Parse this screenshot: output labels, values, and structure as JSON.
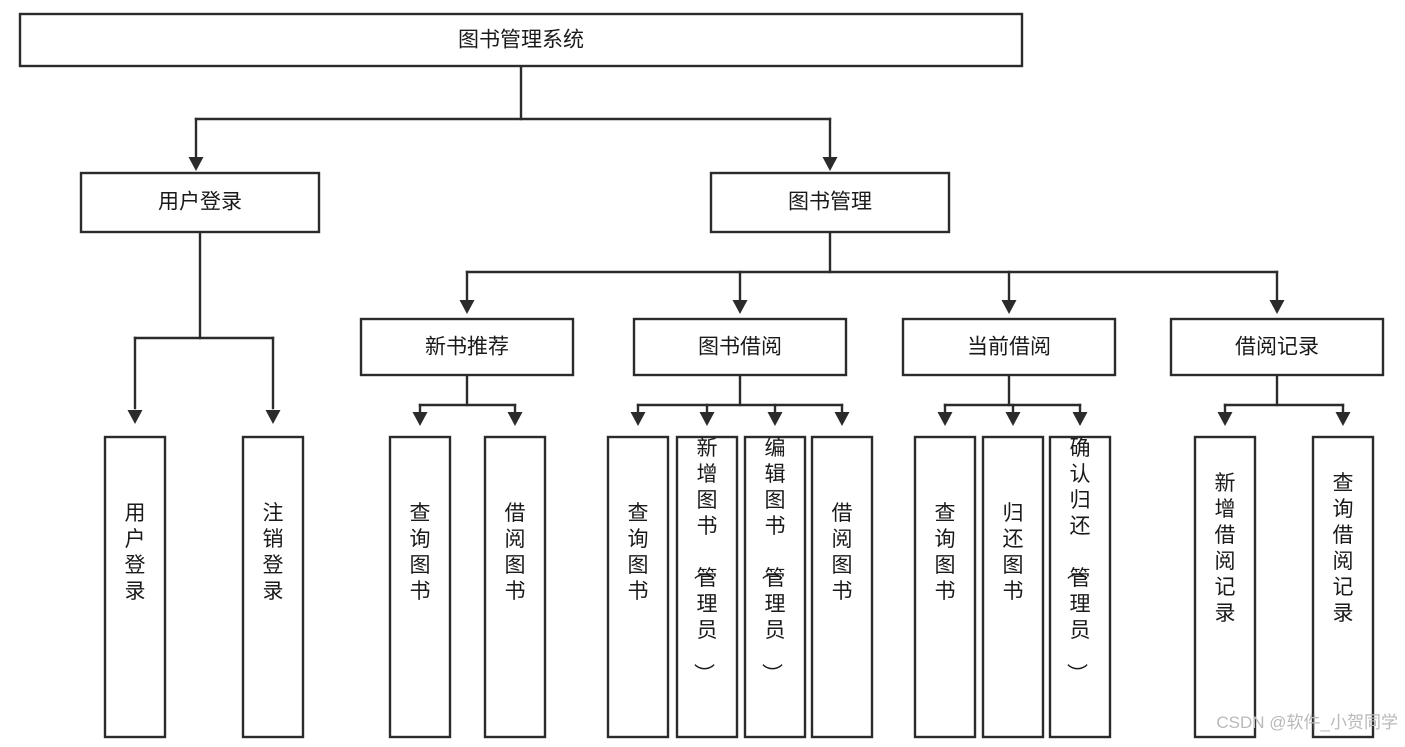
{
  "diagram": {
    "type": "tree-hierarchy",
    "orientation": "top-down",
    "title": "图书管理系统",
    "root": {
      "id": "root",
      "label": "图书管理系统",
      "text_orientation": "horizontal"
    },
    "level1": [
      {
        "id": "user-login",
        "label": "用户登录",
        "text_orientation": "horizontal"
      },
      {
        "id": "book-manage",
        "label": "图书管理",
        "text_orientation": "horizontal"
      }
    ],
    "level2": [
      {
        "id": "new-book-rec",
        "label": "新书推荐",
        "parent": "book-manage",
        "text_orientation": "horizontal"
      },
      {
        "id": "book-borrow",
        "label": "图书借阅",
        "parent": "book-manage",
        "text_orientation": "horizontal"
      },
      {
        "id": "current-borrow",
        "label": "当前借阅",
        "parent": "book-manage",
        "text_orientation": "horizontal"
      },
      {
        "id": "borrow-record",
        "label": "借阅记录",
        "parent": "book-manage",
        "text_orientation": "horizontal"
      }
    ],
    "leaves": [
      {
        "id": "leaf-user-login",
        "label": "用户登录",
        "parent": "user-login",
        "text_orientation": "vertical"
      },
      {
        "id": "leaf-user-logout",
        "label": "注销登录",
        "parent": "user-login",
        "text_orientation": "vertical"
      },
      {
        "id": "leaf-query-book-1",
        "label": "查询图书",
        "parent": "new-book-rec",
        "text_orientation": "vertical"
      },
      {
        "id": "leaf-borrow-book-1",
        "label": "借阅图书",
        "parent": "new-book-rec",
        "text_orientation": "vertical"
      },
      {
        "id": "leaf-query-book-2",
        "label": "查询图书",
        "parent": "book-borrow",
        "text_orientation": "vertical"
      },
      {
        "id": "leaf-add-book",
        "label": "新增图书（管理员）",
        "parent": "book-borrow",
        "text_orientation": "vertical"
      },
      {
        "id": "leaf-edit-book",
        "label": "编辑图书（管理员）",
        "parent": "book-borrow",
        "text_orientation": "vertical"
      },
      {
        "id": "leaf-borrow-book-2",
        "label": "借阅图书",
        "parent": "book-borrow",
        "text_orientation": "vertical"
      },
      {
        "id": "leaf-query-book-3",
        "label": "查询图书",
        "parent": "current-borrow",
        "text_orientation": "vertical"
      },
      {
        "id": "leaf-return-book",
        "label": "归还图书",
        "parent": "current-borrow",
        "text_orientation": "vertical"
      },
      {
        "id": "leaf-confirm-return",
        "label": "确认归还（管理员）",
        "parent": "current-borrow",
        "text_orientation": "vertical"
      },
      {
        "id": "leaf-add-record",
        "label": "新增借阅记录",
        "parent": "borrow-record",
        "text_orientation": "vertical"
      },
      {
        "id": "leaf-query-record",
        "label": "查询借阅记录",
        "parent": "borrow-record",
        "text_orientation": "vertical"
      }
    ],
    "colors": {
      "box_stroke": "#2b2b2b",
      "box_fill": "#ffffff",
      "text": "#1a1a1a",
      "connector": "#2b2b2b",
      "background": "#ffffff",
      "watermark": "#b9b9b9"
    }
  },
  "watermark": {
    "text": "CSDN @软件_小贺同学"
  }
}
